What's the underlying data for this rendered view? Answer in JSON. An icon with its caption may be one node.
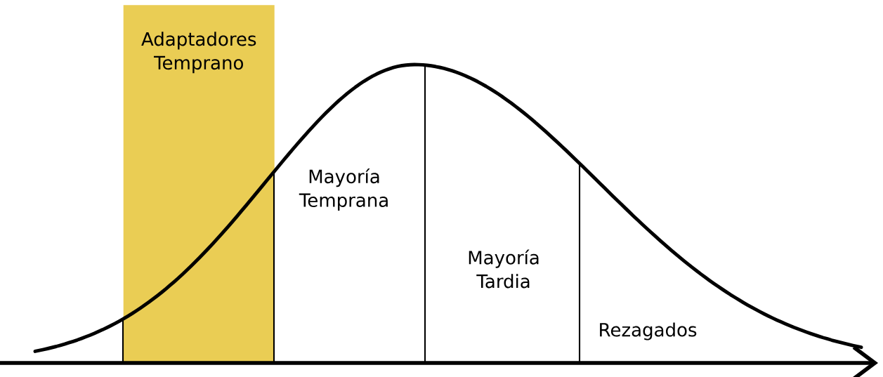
{
  "diagram": {
    "nodes": [
      {
        "text": [
          "Adaptadores Temprano"
        ]
      }
    ],
    "labels": [
      "Mayoría Temprana",
      "Mayoría Tardia",
      "Rezagados"
    ]
  }
}
